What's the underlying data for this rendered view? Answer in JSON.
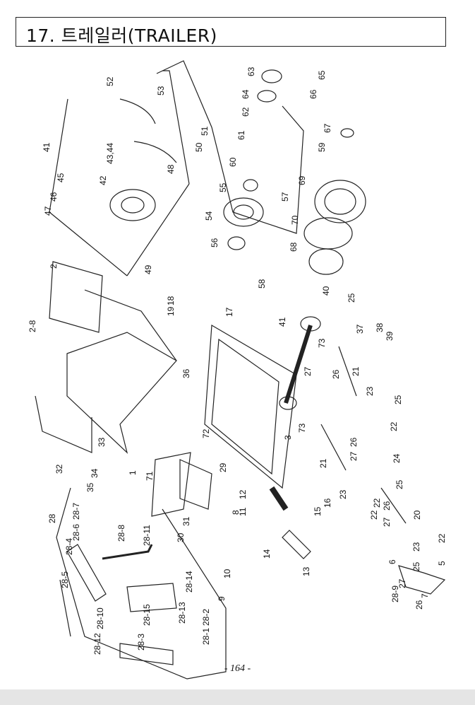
{
  "header": {
    "title": "17. 트레일러(TRAILER)"
  },
  "footer": {
    "page_number": "- 164 -"
  },
  "labels": [
    "52",
    "53",
    "63",
    "64",
    "62",
    "65",
    "66",
    "61",
    "51",
    "50",
    "43,44",
    "48",
    "60",
    "55",
    "57",
    "67",
    "59",
    "41",
    "42",
    "45",
    "46",
    "47",
    "54",
    "56",
    "58",
    "69",
    "70",
    "68",
    "49",
    "2",
    "2-8",
    "40",
    "25",
    "17",
    "19",
    "18",
    "41",
    "73",
    "37",
    "38",
    "39",
    "36",
    "27",
    "26",
    "21",
    "23",
    "25",
    "22",
    "32",
    "33",
    "1",
    "71",
    "72",
    "73",
    "29",
    "3",
    "12",
    "11",
    "26",
    "27",
    "21",
    "23",
    "24",
    "25",
    "22",
    "28",
    "28-7",
    "28-6",
    "28-4",
    "28-5",
    "28-8",
    "28-11",
    "35",
    "34",
    "31",
    "30",
    "8",
    "10",
    "9",
    "14",
    "15",
    "16",
    "13",
    "20",
    "26",
    "27",
    "22",
    "23",
    "25",
    "22",
    "5",
    "6",
    "7",
    "26",
    "27",
    "28-9",
    "28-10",
    "28-12",
    "28-13",
    "28-14",
    "28-15",
    "28-3",
    "28-2",
    "28-1"
  ]
}
